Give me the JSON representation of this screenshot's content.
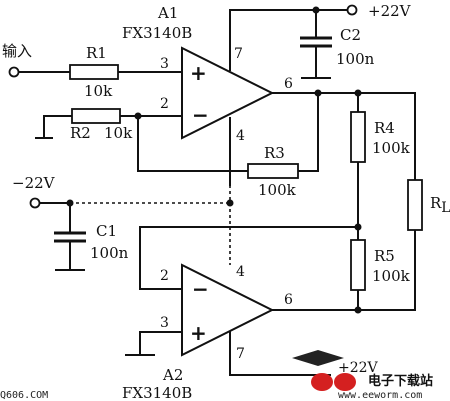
{
  "amplifiers": [
    {
      "name": "A1",
      "part": "FX3140B",
      "pins": {
        "noninv": "3",
        "inv": "2",
        "out": "6",
        "vpos": "7",
        "vneg": "4"
      },
      "signs": {
        "noninv": "+",
        "inv": "−"
      }
    },
    {
      "name": "A2",
      "part": "FX3140B",
      "pins": {
        "noninv": "3",
        "inv": "2",
        "out": "6",
        "vpos": "7",
        "vneg": "4"
      },
      "signs": {
        "noninv": "+",
        "inv": "−"
      }
    }
  ],
  "resistors": {
    "R1": {
      "name": "R1",
      "value": "10k"
    },
    "R2": {
      "name": "R2",
      "value": "10k"
    },
    "R3": {
      "name": "R3",
      "value": "100k"
    },
    "R4": {
      "name": "R4",
      "value": "100k"
    },
    "R5": {
      "name": "R5",
      "value": "100k"
    },
    "RL": {
      "name": "R",
      "sub": "L"
    }
  },
  "capacitors": {
    "C1": {
      "name": "C1",
      "value": "100n"
    },
    "C2": {
      "name": "C2",
      "value": "100n"
    }
  },
  "terminals": {
    "input": "输入",
    "vpos": "+22V",
    "vneg": "−22V",
    "a2_pin7_supply": "+22V"
  },
  "watermark": {
    "left": "Q606.COM",
    "site_cn": "电子下载站",
    "site_url": "www.eeworm.com"
  }
}
